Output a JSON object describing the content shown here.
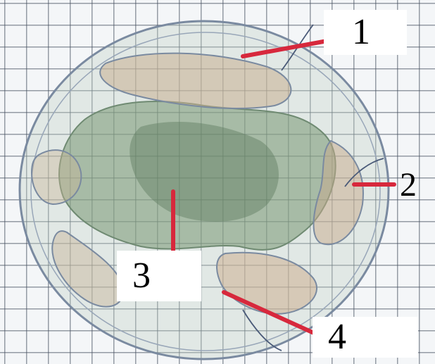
{
  "figure": {
    "labels": [
      {
        "text": "1"
      },
      {
        "text": "2"
      },
      {
        "text": "3"
      },
      {
        "text": "4"
      }
    ],
    "colors": {
      "pointer": "#d7283c",
      "outline": "#7a8aa0",
      "tissue": "#8faa82",
      "grid": "#46505f"
    }
  }
}
